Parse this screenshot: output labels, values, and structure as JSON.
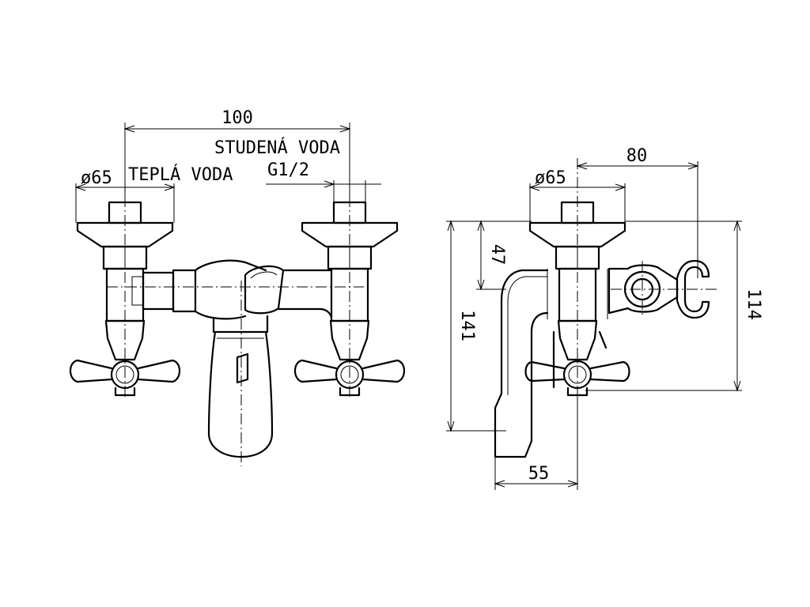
{
  "front_view": {
    "dim_width": "100",
    "label_cold_water": "STUDENÁ VODA",
    "label_hot_water": "TEPLÁ VODA",
    "label_thread": "G1/2",
    "dim_diameter": "ø65"
  },
  "side_view": {
    "dim_diameter": "ø65",
    "dim_holder_offset": "80",
    "dim_upper": "47",
    "dim_total_height": "141",
    "dim_holder_height": "114",
    "dim_spout_depth": "55"
  }
}
